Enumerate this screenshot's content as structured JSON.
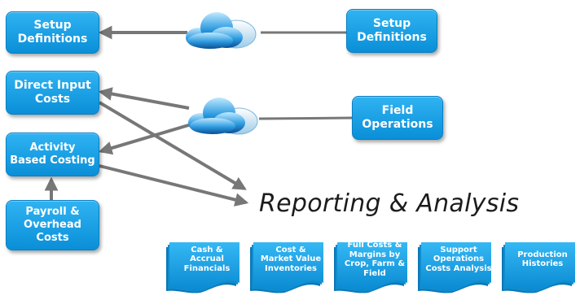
{
  "left_boxes": {
    "setup": "Setup\nDefinitions",
    "direct_input": "Direct Input\nCosts",
    "activity": "Activity\nBased Costing",
    "payroll": "Payroll &\nOverhead\nCosts"
  },
  "right_boxes": {
    "setup": "Setup\nDefinitions",
    "field_ops": "Field\nOperations"
  },
  "reporting_title": "Reporting & Analysis",
  "reports": [
    "Cash &\nAccrual\nFinancials",
    "Cost &\nMarket Value\nInventories",
    "Full Costs &\nMargins by\nCrop, Farm &\nField",
    "Support\nOperations\nCosts Analysis",
    "Production\nHistories"
  ],
  "colors": {
    "box": "#1aa3e8",
    "arrow": "#777777",
    "title": "#1c1c1c"
  }
}
